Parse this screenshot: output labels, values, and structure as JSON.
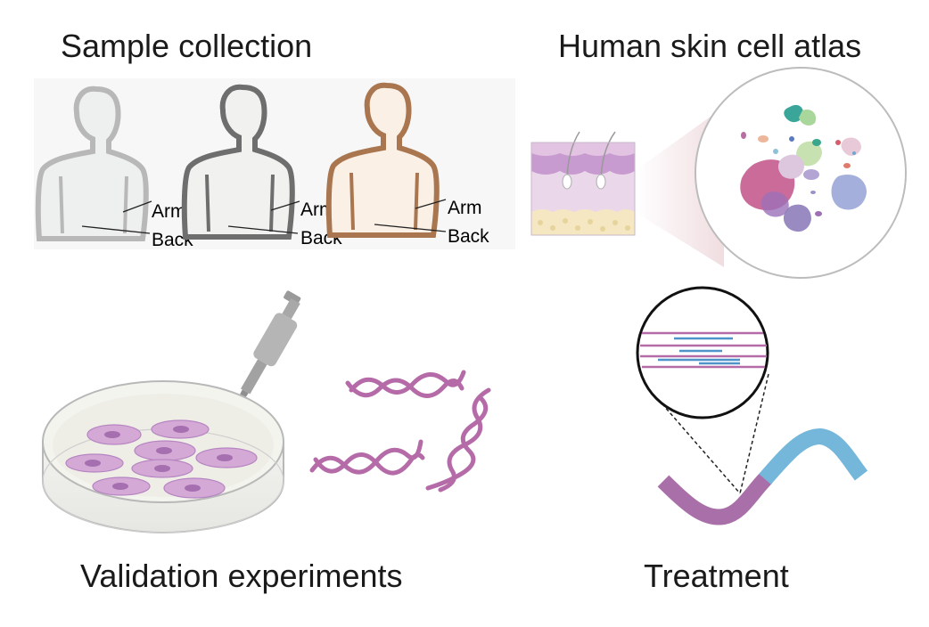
{
  "panels": {
    "sample_collection": {
      "title": "Sample collection",
      "figures": [
        {
          "arm_label": "Arm",
          "back_label": "Back",
          "outline_color": "#b8b8b8",
          "fill_color": "#eef0ef"
        },
        {
          "arm_label": "Arm",
          "back_label": "Back",
          "outline_color": "#6e6e6e",
          "fill_color": "#f1f2f0"
        },
        {
          "arm_label": "Arm",
          "back_label": "Back",
          "outline_color": "#a9764f",
          "fill_color": "#faf0e6"
        }
      ]
    },
    "cell_atlas": {
      "title": "Human skin cell atlas"
    },
    "validation": {
      "title": "Validation experiments"
    },
    "treatment": {
      "title": "Treatment"
    }
  },
  "colors": {
    "purple": "#b56ba8",
    "cell_fill": "#d4a9d6",
    "cell_nucleus": "#a66fb0",
    "blue": "#78b9df",
    "pipette": "#b5b5b5"
  }
}
